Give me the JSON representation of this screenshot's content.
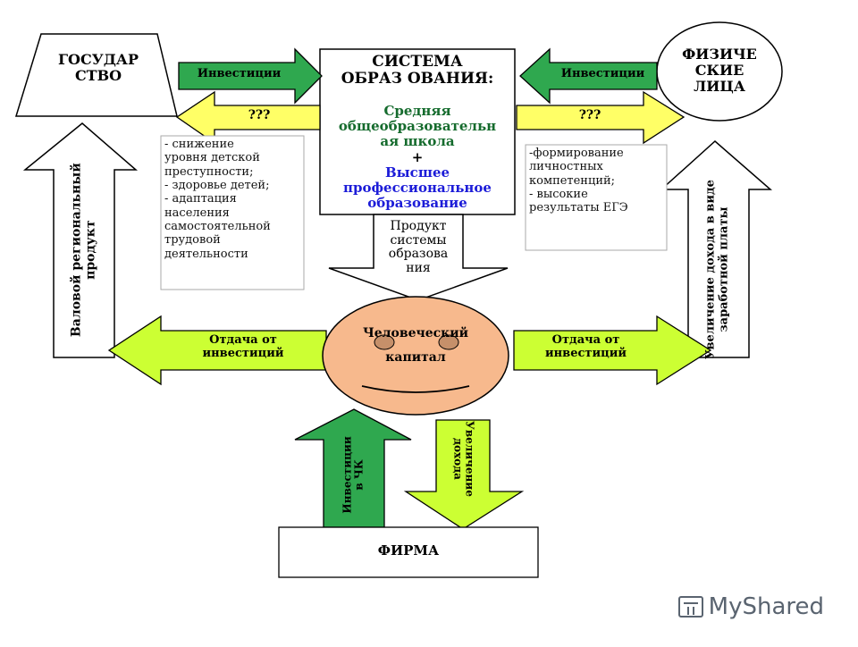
{
  "nodes": {
    "state": "ГОСУДАР\nСТВО",
    "education_system": "СИСТЕМА\nОБРАЗ ОВАНИЯ:",
    "secondary_school": "Средняя\nобщеобразовательн\nая школа",
    "plus": "+",
    "higher_education": "Высшее\nпрофессиональное\nобразование",
    "individuals": "ФИЗИЧЕ\nСКИЕ\nЛИЦА",
    "human_capital": "Человеческий\nкапитал",
    "firm": "ФИРМА"
  },
  "arrows": {
    "investments_left": "Инвестиции",
    "investments_right": "Инвестиции",
    "unknown_left": "???",
    "unknown_right": "???",
    "return_left": "Отдача от\nинвестиций",
    "return_right": "Отдача от\nинвестиций",
    "grp": "Валовой региональный\nпродукт",
    "income_increase": "Увеличение дохода в виде\nзаработной платы",
    "product": "Продукт\nсистемы\nобразова\nния",
    "invest_hc": "Инвестиции\nв ЧК",
    "income_growth": "Увеличение\nдохода"
  },
  "notes": {
    "state_effects": "- снижение\nуровня детской\nпреступности;\n- здоровье детей;\n- адаптация\nнаселения\nсамостоятельной\nтрудовой\nдеятельности",
    "individual_effects": "-формирование\nличностных\nкомпетенций;\n- высокие\nрезультаты ЕГЭ"
  },
  "watermark": "MyShared",
  "colors": {
    "dark_green": "#2fa84f",
    "light_green": "#ccff33",
    "yellow": "#ffff66",
    "face": "#f7b98d"
  }
}
